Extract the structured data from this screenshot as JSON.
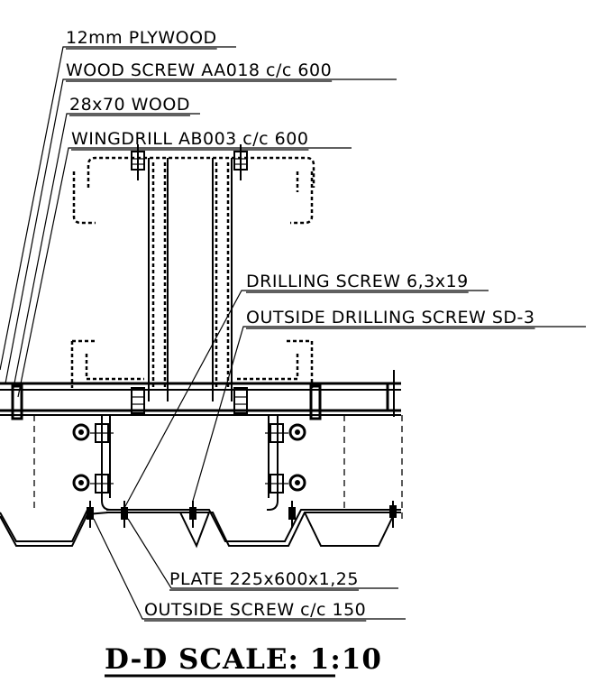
{
  "labels": {
    "plywood": "12mm PLYWOOD",
    "wood_screw": "WOOD SCREW AA018  c/c 600",
    "wood": "28x70 WOOD",
    "wingdrill": "WINGDRILL AB003 c/c 600",
    "drilling_screw": "DRILLING SCREW 6,3x19",
    "outside_drilling_screw": "OUTSIDE DRILLING SCREW SD-3",
    "plate": "PLATE 225x600x1,25",
    "outside_screw": "OUTSIDE SCREW c/c 150"
  },
  "title": "D-D SCALE: 1:10"
}
